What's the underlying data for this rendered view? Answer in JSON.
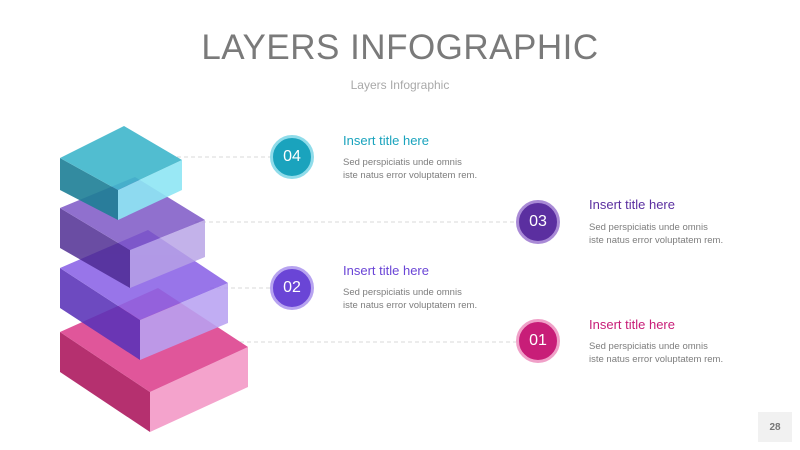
{
  "header": {
    "title": "LAYERS INFOGRAPHIC",
    "subtitle": "Layers Infographic"
  },
  "items": [
    {
      "number": "04",
      "title": "Insert title here",
      "desc_line1": "Sed perspiciatis unde omnis",
      "desc_line2": "iste natus error voluptatem rem.",
      "color": "#1aa3bd",
      "ring": "#8fdcea"
    },
    {
      "number": "03",
      "title": "Insert title here",
      "desc_line1": "Sed perspiciatis unde omnis",
      "desc_line2": "iste natus error voluptatem rem.",
      "color": "#5b2fa0",
      "ring": "#a98ad6"
    },
    {
      "number": "02",
      "title": "Insert title here",
      "desc_line1": "Sed perspiciatis unde omnis",
      "desc_line2": "iste natus error voluptatem rem.",
      "color": "#6a45d6",
      "ring": "#b7a3f0"
    },
    {
      "number": "01",
      "title": "Insert title here",
      "desc_line1": "Sed perspiciatis unde omnis",
      "desc_line2": "iste natus error voluptatem rem.",
      "color": "#c81d78",
      "ring": "#f0a0c8"
    }
  ],
  "page_number": "28"
}
